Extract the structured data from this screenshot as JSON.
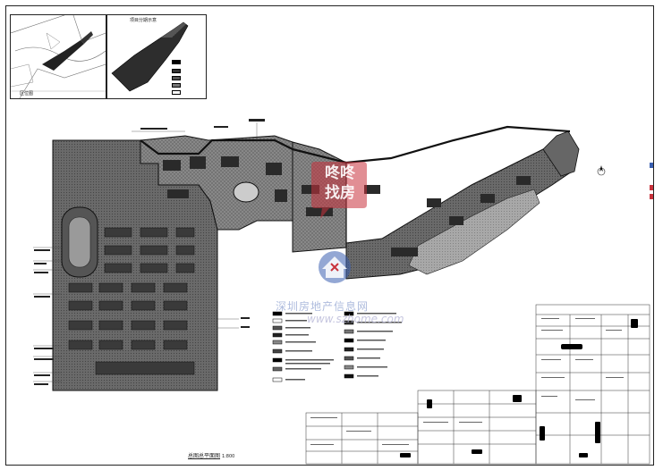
{
  "inset_left": {
    "title": "区位图"
  },
  "inset_right": {
    "title": "项目分期示意",
    "legend": [
      "",
      "",
      "",
      "",
      "",
      ""
    ]
  },
  "plan": {
    "title": "总图总平面图",
    "scale": "1:800"
  },
  "watermark": {
    "badge_text": "咚咚\n找房",
    "site_name": "深圳房地产信息网",
    "url": "www.szhome.com"
  },
  "colors": {
    "linework": "#222222",
    "hatch": "#555555",
    "watermark_red": "#c8323c",
    "watermark_blue": "#3a5fb0"
  }
}
